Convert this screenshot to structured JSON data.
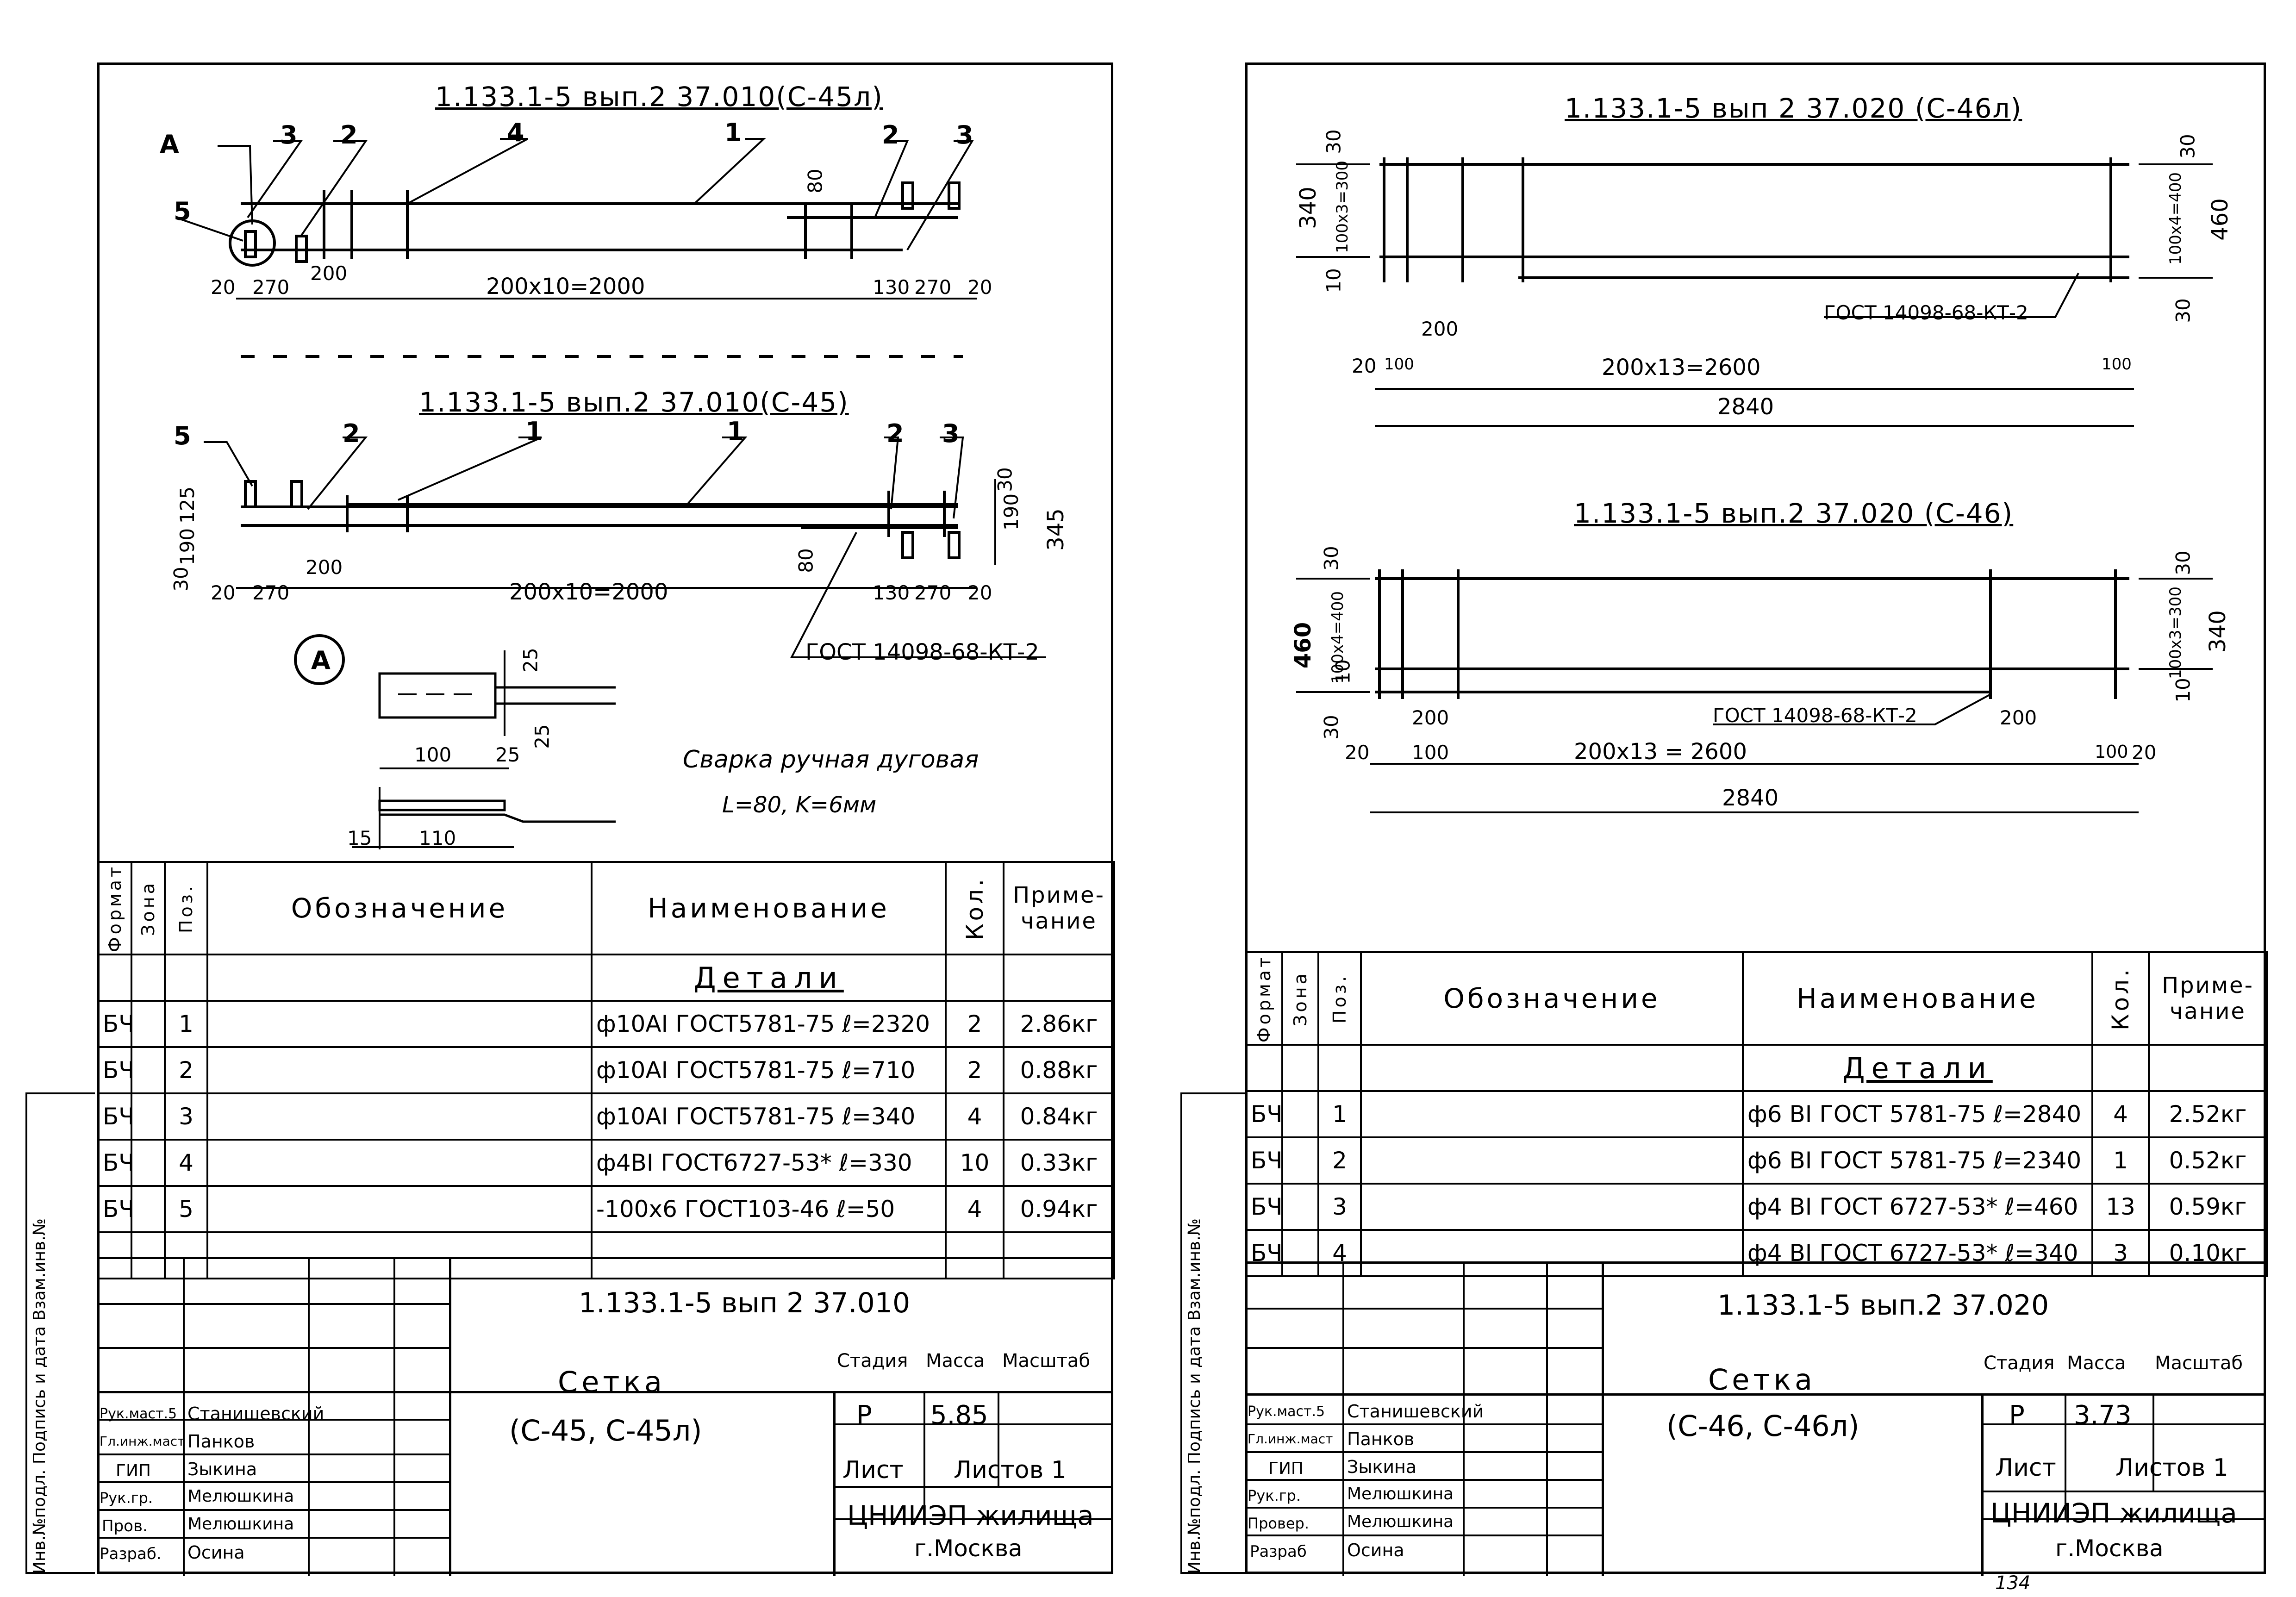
{
  "left": {
    "drawing_c45l": {
      "title": "1.133.1-5  вып.2  37.010(С-45л)",
      "leaders": {
        "a": "А",
        "n3a": "3",
        "n2a": "2",
        "n4": "4",
        "n1": "1",
        "n2b": "2",
        "n3b": "3",
        "n5": "5"
      },
      "dims": {
        "d20a": "20",
        "d270a": "270",
        "d200": "200",
        "d2000": "200х10=2000",
        "d130": "130",
        "d270b": "270",
        "d20b": "20",
        "d80": "80"
      }
    },
    "drawing_c45": {
      "title": "1.133.1-5  вып.2  37.010(С-45)",
      "leaders": {
        "n5": "5",
        "n2a": "2",
        "n1a": "1",
        "n1b": "1",
        "n2b": "2",
        "n3": "3"
      },
      "dims": {
        "d30": "30",
        "d190": "190",
        "d125": "125",
        "d20a": "20",
        "d270a": "270",
        "d200": "200",
        "d2000": "200х10=2000",
        "d130": "130",
        "d270b": "270",
        "d20b": "20",
        "d80": "80",
        "d30r": "30",
        "d190r": "190",
        "d345": "345"
      },
      "gost": "ГОСТ 14098-68-КТ-2"
    },
    "detail_a": {
      "label": "А",
      "dims": {
        "d25a": "25",
        "d25b": "25",
        "d100": "100",
        "d25c": "25",
        "d15": "15",
        "d110": "110"
      },
      "weld_note": "Сварка ручная дуговая",
      "weld_params": "L=80,  K=6мм"
    },
    "spec": {
      "headers": {
        "format": "Формат",
        "zone": "Зона",
        "pos": "Поз.",
        "designation": "Обозначение",
        "name": "Наименование",
        "qty": "Кол.",
        "note": "Приме-чание"
      },
      "section": "Детали",
      "rows": [
        {
          "format": "БЧ",
          "pos": "1",
          "name": "ф10АI  ГОСТ5781-75  ℓ=2320",
          "qty": "2",
          "note": "2.86кг"
        },
        {
          "format": "БЧ",
          "pos": "2",
          "name": "ф10АI  ГОСТ5781-75  ℓ=710",
          "qty": "2",
          "note": "0.88кг"
        },
        {
          "format": "БЧ",
          "pos": "3",
          "name": "ф10АI  ГОСТ5781-75  ℓ=340",
          "qty": "4",
          "note": "0.84кг"
        },
        {
          "format": "БЧ",
          "pos": "4",
          "name": "ф4ВI  ГОСТ6727-53* ℓ=330",
          "qty": "10",
          "note": "0.33кг"
        },
        {
          "format": "БЧ",
          "pos": "5",
          "name": "-100х6  ГОСТ103-46  ℓ=50",
          "qty": "4",
          "note": "0.94кг"
        }
      ]
    },
    "titleblock": {
      "doc_code": "1.133.1-5  вып 2  37.010",
      "name_l1": "Сетка",
      "name_l2": "(С-45,  С-45л)",
      "stage_label": "Стадия",
      "mass_label": "Масса",
      "scale_label": "Масштаб",
      "stage": "Р",
      "mass": "5.85",
      "sheet_label": "Лист",
      "sheets_label": "Листов 1",
      "org": "ЦНИИЭП жилища",
      "city": "г.Москва",
      "people": [
        {
          "role": "Рук.маст.5",
          "name": "Станишевский"
        },
        {
          "role": "Гл.инж.маст",
          "name": "Панков"
        },
        {
          "role": "ГИП",
          "name": "Зыкина"
        },
        {
          "role": "Рук.гр.",
          "name": "Мелюшкина"
        },
        {
          "role": "Пров.",
          "name": "Мелюшкина"
        },
        {
          "role": "Разраб.",
          "name": "Осина"
        }
      ]
    },
    "side": "Инв.№подл.   Подпись и дата   Взам.инв.№"
  },
  "right": {
    "drawing_c46l": {
      "title": "1.133.1-5  вып 2  37.020 (С-46л)",
      "dims": {
        "d30a": "30",
        "d340": "340",
        "d100x3": "100х3=300",
        "d10": "10",
        "d200": "200",
        "d20": "20",
        "d100a": "100",
        "d2600": "200х13=2600",
        "d2840": "2840",
        "d100b": "100",
        "d30r": "30",
        "d100x4": "100х4=400",
        "d460": "460",
        "d30rb": "30"
      },
      "gost": "ГОСТ 14098-68-КТ-2"
    },
    "drawing_c46": {
      "title": "1.133.1-5  вып.2  37.020 (С-46)",
      "dims": {
        "d30a": "30",
        "d460": "460",
        "d100x4": "100х4=400",
        "d10": "10",
        "d30b": "30",
        "d200a": "200",
        "d20": "20",
        "d100a": "100",
        "d2600": "200х13 = 2600",
        "d200b": "200",
        "d100b": "100",
        "d20b": "20",
        "d2840": "2840",
        "d30r": "30",
        "d100x3": "100х3=300",
        "d340": "340",
        "d10r": "10"
      },
      "gost": "ГОСТ 14098-68-КТ-2"
    },
    "spec": {
      "headers": {
        "format": "Формат",
        "zone": "Зона",
        "pos": "Поз.",
        "designation": "Обозначение",
        "name": "Наименование",
        "qty": "Кол.",
        "note": "Приме-чание"
      },
      "section": "Детали",
      "rows": [
        {
          "format": "БЧ",
          "pos": "1",
          "name": "ф6 ВI  ГОСТ 5781-75  ℓ=2840",
          "qty": "4",
          "note": "2.52кг"
        },
        {
          "format": "БЧ",
          "pos": "2",
          "name": "ф6 ВI  ГОСТ 5781-75  ℓ=2340",
          "qty": "1",
          "note": "0.52кг"
        },
        {
          "format": "БЧ",
          "pos": "3",
          "name": "ф4 ВI  ГОСТ 6727-53* ℓ=460",
          "qty": "13",
          "note": "0.59кг"
        },
        {
          "format": "БЧ",
          "pos": "4",
          "name": "ф4 ВI  ГОСТ 6727-53* ℓ=340",
          "qty": "3",
          "note": "0.10кг"
        }
      ]
    },
    "titleblock": {
      "doc_code": "1.133.1-5  вып.2  37.020",
      "name_l1": "Сетка",
      "name_l2": "(С-46,  С-46л)",
      "stage_label": "Стадия",
      "mass_label": "Масса",
      "scale_label": "Масштаб",
      "stage": "Р",
      "mass": "3.73",
      "sheet_label": "Лист",
      "sheets_label": "Листов 1",
      "org": "ЦНИИЭП жилища",
      "city": "г.Москва",
      "people": [
        {
          "role": "Рук.маст.5",
          "name": "Станишевский"
        },
        {
          "role": "Гл.инж.маст",
          "name": "Панков"
        },
        {
          "role": "ГИП",
          "name": "Зыкина"
        },
        {
          "role": "Рук.гр.",
          "name": "Мелюшкина"
        },
        {
          "role": "Провер.",
          "name": "Мелюшкина"
        },
        {
          "role": "Разраб",
          "name": "Осина"
        }
      ]
    },
    "side": "Инв.№подл.  Подпись и дата  Взам.инв.№",
    "page_number": "134"
  }
}
